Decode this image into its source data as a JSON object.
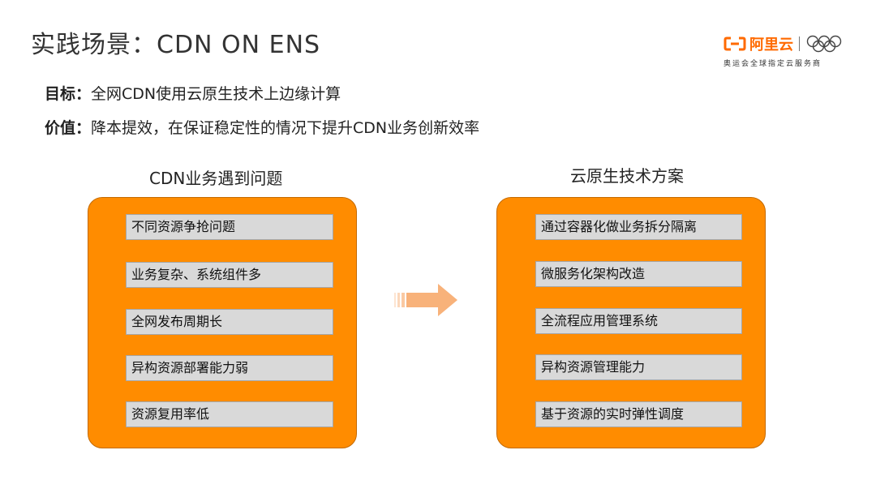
{
  "slide": {
    "title": "实践场景：CDN ON ENS",
    "goal": {
      "label": "目标：",
      "text": "全网CDN使用云原生技术上边缘计算"
    },
    "value": {
      "label": "价值：",
      "text": "降本提效，在保证稳定性的情况下提升CDN业务创新效率"
    }
  },
  "brand": {
    "name": "阿里云",
    "tagline": "奥运会全球指定云服务商",
    "accent_color": "#ff6a00",
    "logo_icon": "alibaba-cloud-logo-icon",
    "rings_icon": "olympic-rings-icon"
  },
  "problems": {
    "heading": "CDN业务遇到问题",
    "items": [
      "不同资源争抢问题",
      "业务复杂、系统组件多",
      "全网发布周期长",
      "异构资源部署能力弱",
      "资源复用率低"
    ]
  },
  "solutions": {
    "heading": "云原生技术方案",
    "items": [
      "通过容器化做业务拆分隔离",
      "微服务化架构改造",
      "全流程应用管理系统",
      "异构资源管理能力",
      "基于资源的实时弹性调度"
    ]
  },
  "arrow_icon": "right-arrow-icon",
  "colors": {
    "panel": "#ff8c00",
    "item_bg": "#d9d9d9",
    "arrow": "#f8b27a"
  }
}
